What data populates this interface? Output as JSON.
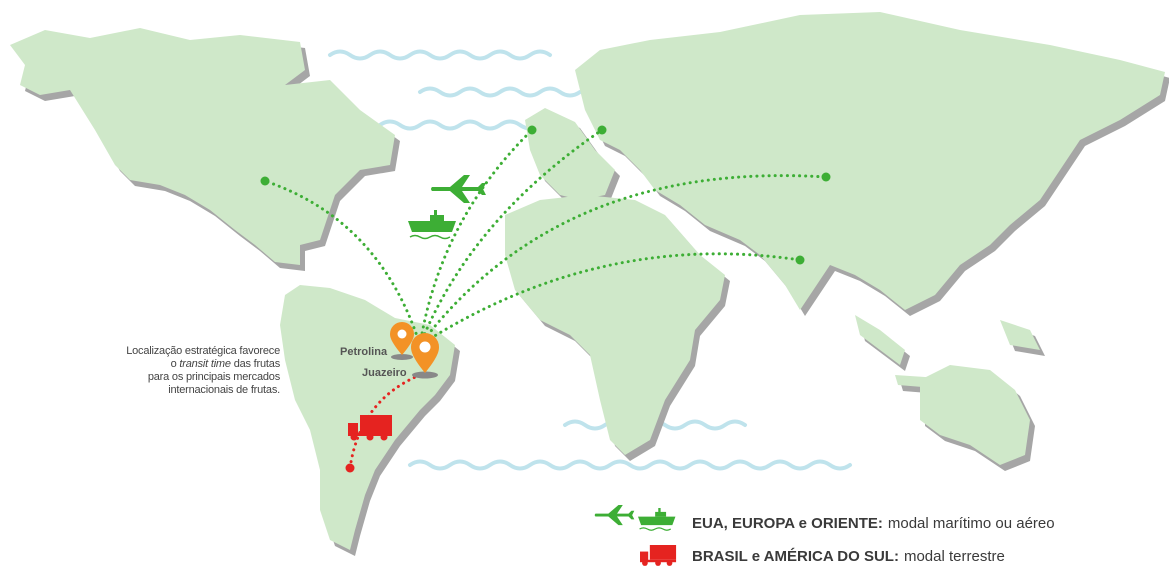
{
  "caption": {
    "line1": "Localização estratégica favorece",
    "line2_prefix": "o",
    "line2_em": "transit time",
    "line2_suffix": "das frutas",
    "line3": "para os principais mercados",
    "line4": "internacionais de frutas."
  },
  "cities": {
    "petrolina": "Petrolina",
    "juazeiro": "Juazeiro"
  },
  "legend": {
    "row1_bold": "EUA, EUROPA e ORIENTE:",
    "row1_text": "modal marítimo ou aéreo",
    "row2_bold": "BRASIL e AMÉRICA DO SUL:",
    "row2_text": "modal terrestre"
  },
  "colors": {
    "land": "#cfe8c9",
    "land_shadow": "#9a9a9a",
    "water": "#bfe3ec",
    "route_green": "#3dae35",
    "route_red": "#e52320",
    "pin": "#f39226"
  },
  "icons": [
    "airplane-icon",
    "ship-icon",
    "truck-icon",
    "location-pin-icon"
  ]
}
